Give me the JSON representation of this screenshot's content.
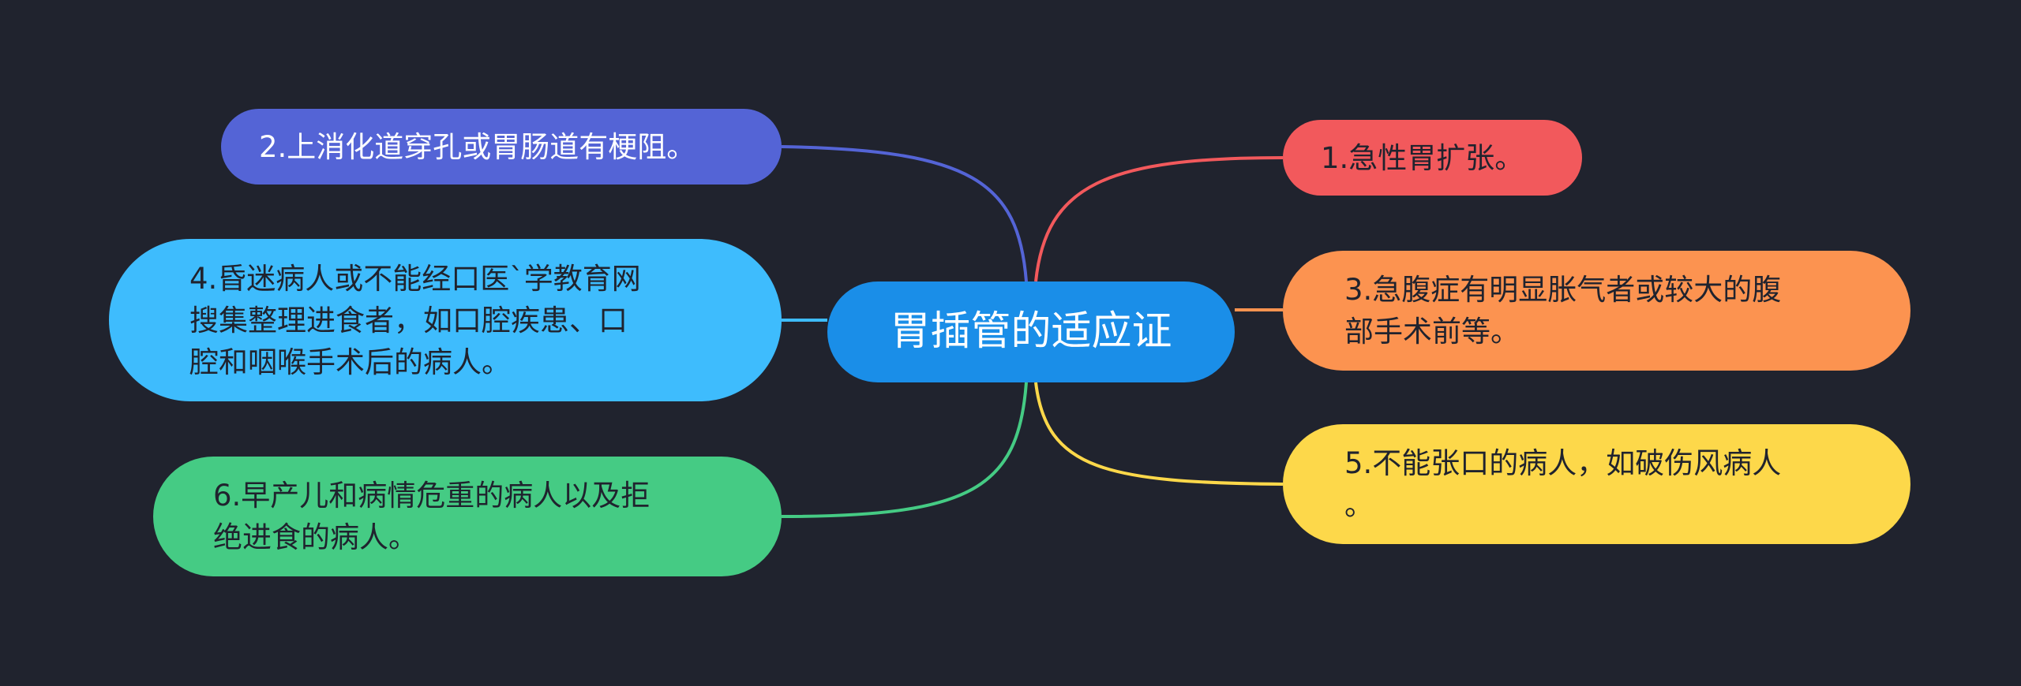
{
  "center": {
    "label": "胃插管的适应证",
    "color": "#1a8ee8",
    "text_color": "#ffffff"
  },
  "branches": [
    {
      "id": "1",
      "label": "1.急性胃扩张。",
      "color": "#f2595c",
      "text_color": "#20232e"
    },
    {
      "id": "2",
      "label": "2.上消化道穿孔或胃肠道有梗阻。",
      "color": "#5464d6",
      "text_color": "#ffffff"
    },
    {
      "id": "3",
      "label": "3.急腹症有明显胀气者或较大的腹\n部手术前等。",
      "color": "#fc9350",
      "text_color": "#20232e"
    },
    {
      "id": "4",
      "label": "4.昏迷病人或不能经口医`学教育网\n搜集整理进食者，如口腔疾患、口\n腔和咽喉手术后的病人。",
      "color": "#3ebcfd",
      "text_color": "#20232e"
    },
    {
      "id": "5",
      "label": "5.不能张口的病人，如破伤风病人\n。",
      "color": "#fdd84a",
      "text_color": "#20232e"
    },
    {
      "id": "6",
      "label": "6.早产儿和病情危重的病人以及拒\n绝进食的病人。",
      "color": "#45cb84",
      "text_color": "#20232e"
    }
  ]
}
